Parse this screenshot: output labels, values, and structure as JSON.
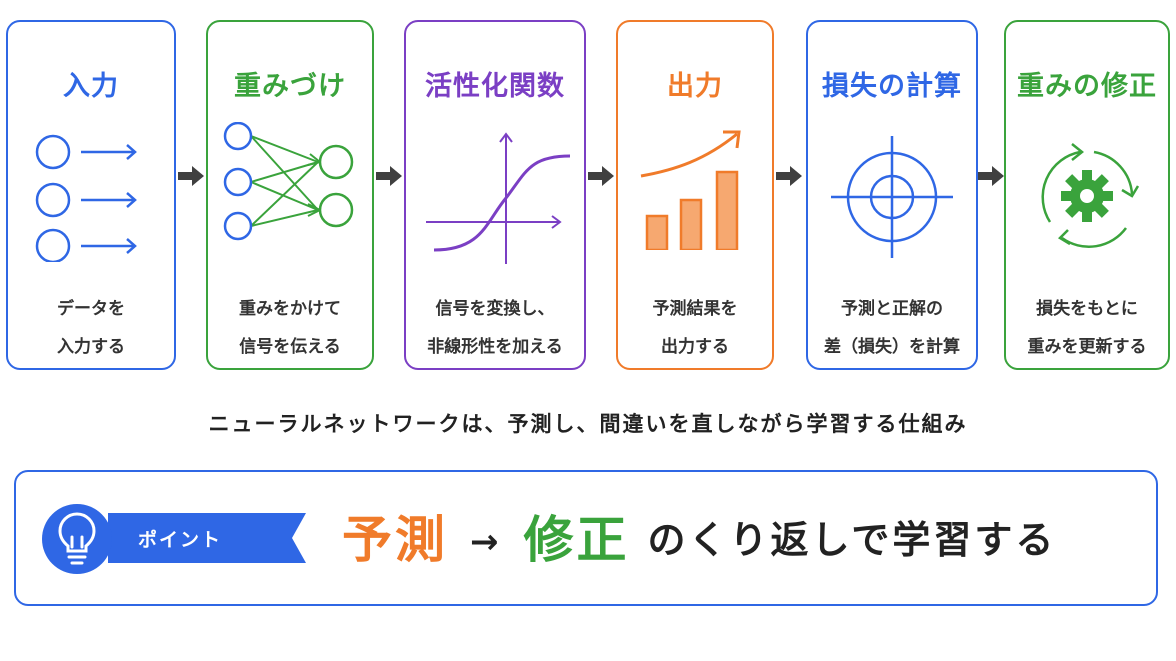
{
  "steps": [
    {
      "title": "入力",
      "desc": [
        "データを",
        "入力する"
      ],
      "color": "#2f67e5",
      "icon": "input-nodes-icon"
    },
    {
      "title": "重みづけ",
      "desc": [
        "重みをかけて",
        "信号を伝える"
      ],
      "color": "#3aa33c",
      "icon": "weighted-network-icon"
    },
    {
      "title": "活性化関数",
      "desc": [
        "信号を変換し、",
        "非線形性を加える"
      ],
      "color": "#7b3fc4",
      "icon": "sigmoid-curve-icon"
    },
    {
      "title": "出力",
      "desc": [
        "予測結果を",
        "出力する"
      ],
      "color": "#f07b2a",
      "icon": "bar-growth-icon"
    },
    {
      "title": "損失の計算",
      "desc": [
        "予測と正解の",
        "差（損失）を計算"
      ],
      "color": "#2f67e5",
      "icon": "target-icon"
    },
    {
      "title": "重みの修正",
      "desc": [
        "損失をもとに",
        "重みを更新する"
      ],
      "color": "#3aa33c",
      "icon": "gear-cycle-icon"
    }
  ],
  "summary": "ニューラルネットワークは、予測し、間違いを直しながら学習する仕組み",
  "point": {
    "label": "ポイント",
    "predict": "予測",
    "arrow": "→",
    "correct": "修正",
    "tail": "のくり返しで学習する",
    "icon": "lightbulb-icon"
  }
}
